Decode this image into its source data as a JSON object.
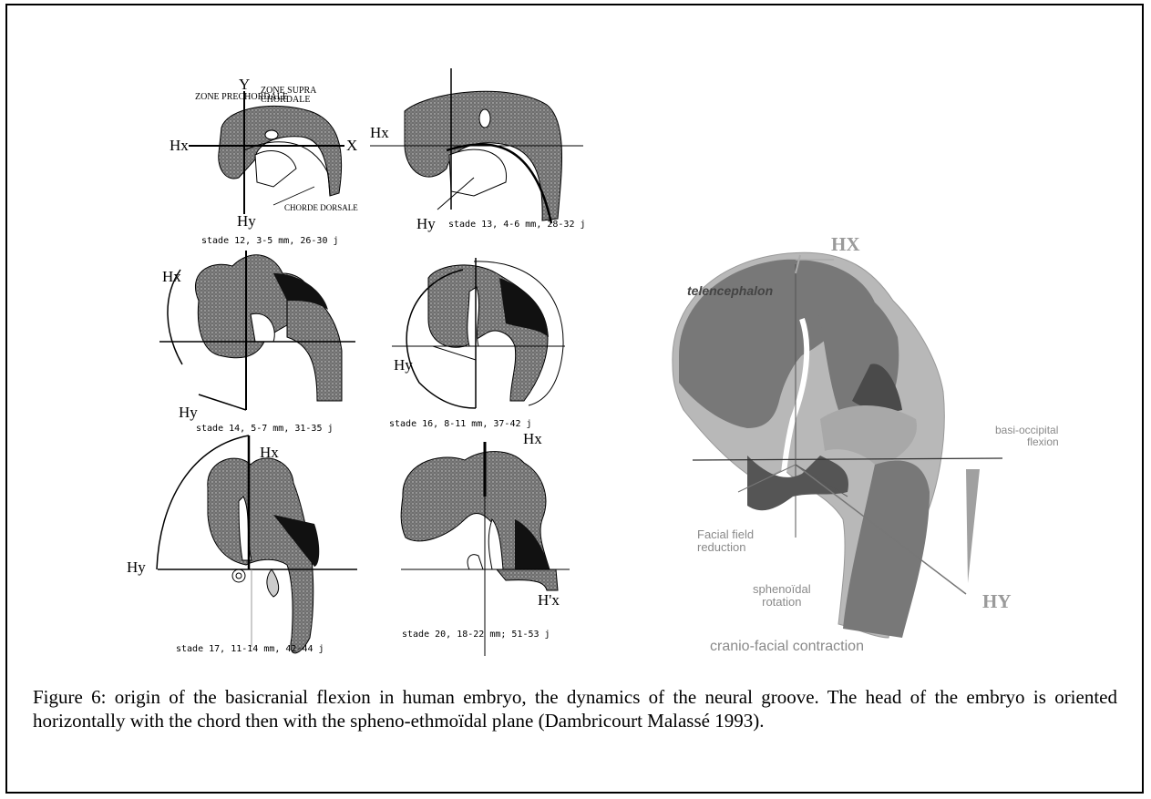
{
  "figure": {
    "panels": [
      {
        "stage": "stade 12, 3-5 mm, 26-30 j",
        "labels": {
          "zone_prechordale": "ZONE PRECHORDALE",
          "zone_supra": "ZONE SUPRA CHORDALE",
          "y_axis": "Y",
          "x_axis": "X",
          "hx": "Hx",
          "hy": "Hy",
          "chorde": "CHORDE DORSALE"
        }
      },
      {
        "stage": "stade 13, 4-6 mm, 28-32 j",
        "labels": {
          "hx": "Hx",
          "hy": "Hy"
        }
      },
      {
        "stage": "stade 14, 5-7 mm, 31-35 j",
        "labels": {
          "hx": "Hx",
          "hy": "Hy"
        }
      },
      {
        "stage": "stade 16, 8-11 mm, 37-42 j",
        "labels": {
          "hy": "Hy"
        }
      },
      {
        "stage": "stade 17, 11-14 mm, 42-44 j",
        "labels": {
          "hx": "Hx",
          "hy": "Hy"
        }
      },
      {
        "stage": "stade 20, 18-22 mm; 51-53 j",
        "labels": {
          "hx": "Hx",
          "hpx": "H'x"
        }
      }
    ],
    "right_diagram": {
      "hx": "HX",
      "hy": "HY",
      "telencephalon": "telencephalon",
      "basi_occipital_1": "basi-occipital",
      "basi_occipital_2": "flexion",
      "facial_1": "Facial field",
      "facial_2": "reduction",
      "sphenoidal_1": "sphenoïdal",
      "sphenoidal_2": "rotation",
      "contraction": "cranio-facial contraction"
    },
    "caption": "Figure 6: origin of the basicranial flexion in human embryo, the dynamics of the neural groove. The head of the embryo is oriented horizontally with the chord then with the spheno-ethmoïdal plane (Dambricourt Malassé 1993)."
  },
  "colors": {
    "stipple": "#6a6a6a",
    "dark": "#111111",
    "right_main": "#787878",
    "right_light": "#a8a8a8",
    "right_dark": "#4a4a4a",
    "right_text": "#8a8a8a"
  }
}
